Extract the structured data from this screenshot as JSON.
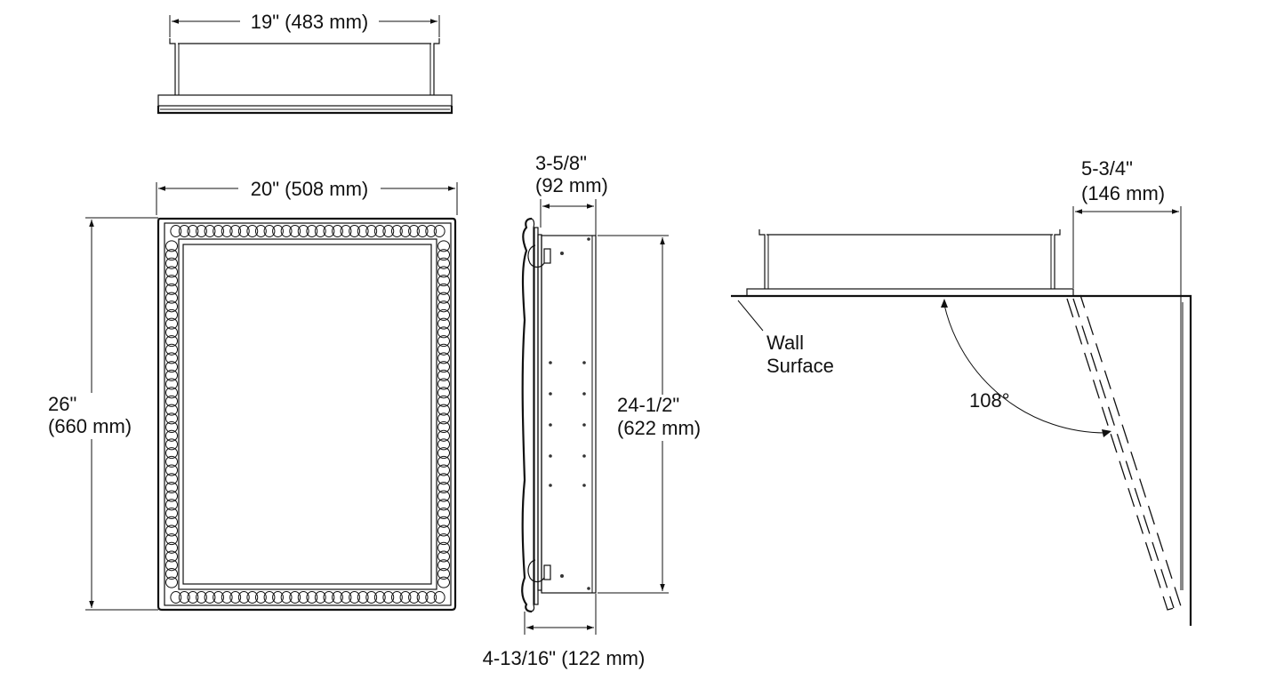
{
  "dimensions": {
    "top_view_width": "19\" (483 mm)",
    "front_width": "20\" (508 mm)",
    "front_height_in": "26\"",
    "front_height_mm": "(660 mm)",
    "side_depth_in": "3-5/8\"",
    "side_depth_mm": "(92 mm)",
    "side_height_in": "24-1/2\"",
    "side_height_mm": "(622 mm)",
    "side_total_depth": "4-13/16\" (122 mm)",
    "door_clearance_in": "5-3/4\"",
    "door_clearance_mm": "(146 mm)"
  },
  "labels": {
    "wall_line1": "Wall",
    "wall_line2": "Surface",
    "door_angle": "108°"
  },
  "colors": {
    "line": "#111111",
    "background": "#ffffff"
  }
}
